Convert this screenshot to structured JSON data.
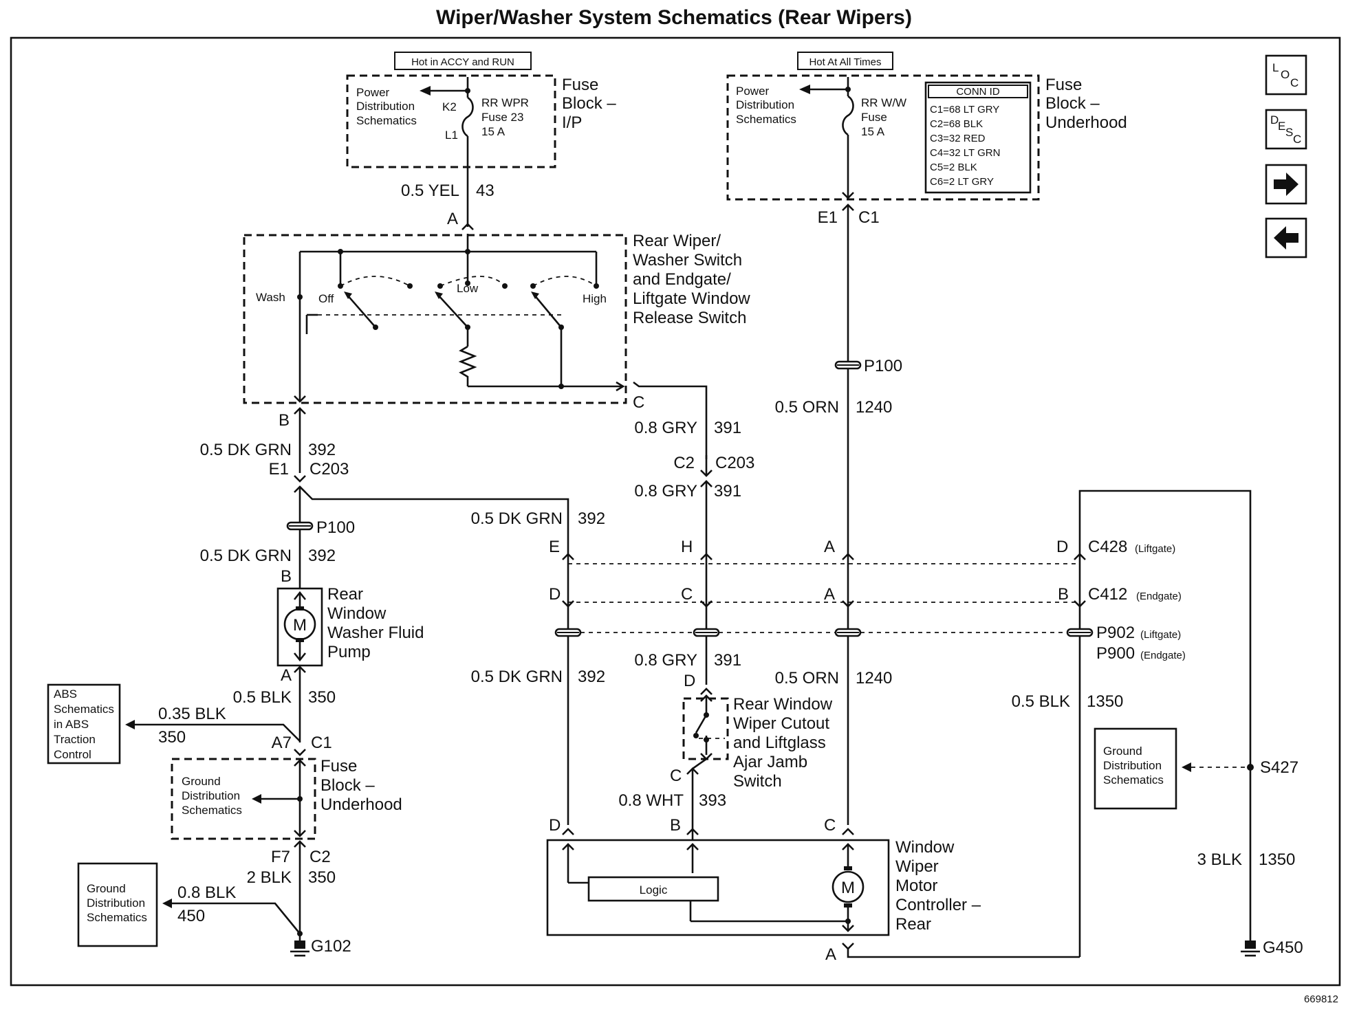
{
  "title": "Wiper/Washer System Schematics (Rear Wipers)",
  "nav": {
    "loc": [
      "L",
      "O",
      "C"
    ],
    "desc": [
      "D",
      "E",
      "S",
      "C"
    ],
    "next_icon": "arrow-right-icon",
    "prev_icon": "arrow-left-icon"
  },
  "fuse_ip": {
    "hot_label": "Hot in ACCY and RUN",
    "pds": [
      "Power",
      "Distribution",
      "Schematics"
    ],
    "k2": "K2",
    "l1": "L1",
    "fuse": [
      "RR WPR",
      "Fuse 23",
      "15 A"
    ],
    "name": [
      "Fuse",
      "Block –",
      "I/P"
    ]
  },
  "fuse_uh": {
    "hot_label": "Hot At All Times",
    "pds": [
      "Power",
      "Distribution",
      "Schematics"
    ],
    "fuse": [
      "RR W/W",
      "Fuse",
      "15 A"
    ],
    "conn_title": "CONN ID",
    "conn": [
      "C1=68 LT GRY",
      "C2=68 BLK",
      "C3=32 RED",
      "C4=32 LT GRN",
      "C5=2 BLK",
      "C6=2 LT GRY"
    ],
    "name": [
      "Fuse",
      "Block –",
      "Underhood"
    ]
  },
  "switch": {
    "name": [
      "Rear Wiper/",
      "Washer Switch",
      "and Endgate/",
      "Liftgate Window",
      "Release Switch"
    ],
    "wash": "Wash",
    "off": "Off",
    "low": "Low",
    "high": "High"
  },
  "wires": {
    "yel_gauge": "0.5 YEL",
    "yel_circ": "43",
    "pin_a_top": "A",
    "pin_b": "B",
    "pin_c": "C",
    "dkgrn1_gauge": "0.5 DK GRN",
    "dkgrn1_circ": "392",
    "e1_c203": "E1",
    "c203": "C203",
    "p100_left": "P100",
    "dkgrn2_gauge": "0.5 DK GRN",
    "dkgrn2_circ": "392",
    "pump_b": "B",
    "pump_a": "A",
    "blk350_gauge": "0.5 BLK",
    "blk350_circ": "350",
    "blk035_gauge": "0.35 BLK",
    "blk035_circ": "350",
    "a7": "A7",
    "c1_left": "C1",
    "f7": "F7",
    "c2_left": "C2",
    "blk2_gauge": "2 BLK",
    "blk2_circ": "350",
    "blk08_gauge": "0.8 BLK",
    "blk08_circ": "450",
    "g102": "G102",
    "gry1_gauge": "0.8 GRY",
    "gry1_circ": "391",
    "c2_mid": "C2",
    "c203_mid": "C203",
    "gry2_gauge": "0.8 GRY",
    "gry2_circ": "391",
    "dkgrn3_gauge": "0.5 DK GRN",
    "dkgrn3_circ": "392",
    "dkgrn4_gauge": "0.5 DK GRN",
    "dkgrn4_circ": "392",
    "gry3_gauge": "0.8 GRY",
    "gry3_circ": "391",
    "jamb_d": "D",
    "jamb_c": "C",
    "wht_gauge": "0.8 WHT",
    "wht_circ": "393",
    "e1_uh": "E1",
    "c1_uh": "C1",
    "p100_right": "P100",
    "orn1_gauge": "0.5 ORN",
    "orn1_circ": "1240",
    "orn2_gauge": "0.5 ORN",
    "orn2_circ": "1240",
    "blk1350_gauge": "0.5 BLK",
    "blk1350_circ": "1350",
    "blk3_gauge": "3 BLK",
    "blk3_circ": "1350",
    "s427": "S427",
    "g450": "G450",
    "motor_d": "D",
    "motor_b": "B",
    "motor_c": "C",
    "motor_a": "A"
  },
  "connectors": {
    "c428": "C428",
    "c428_note": "(Liftgate)",
    "c412": "C412",
    "c412_note": "(Endgate)",
    "p902": "P902",
    "p902_note": "(Liftgate)",
    "p900": "P900",
    "p900_note": "(Endgate)",
    "row1_pins": [
      "E",
      "H",
      "A",
      "D"
    ],
    "row2_pins": [
      "D",
      "C",
      "A",
      "B"
    ]
  },
  "components": {
    "pump": [
      "Rear",
      "Window",
      "Washer Fluid",
      "Pump"
    ],
    "motor_symbol": "M",
    "abs": [
      "ABS",
      "Schematics",
      "in ABS",
      "Traction",
      "Control"
    ],
    "gds_uh": [
      "Ground",
      "Distribution",
      "Schematics"
    ],
    "gds_g102": [
      "Ground",
      "Distribution",
      "Schematics"
    ],
    "gds_s427": [
      "Ground",
      "Distribution",
      "Schematics"
    ],
    "jamb": [
      "Rear Window",
      "Wiper Cutout",
      "and Liftglass",
      "Ajar Jamb",
      "Switch"
    ],
    "controller": [
      "Window",
      "Wiper",
      "Motor",
      "Controller –",
      "Rear"
    ],
    "logic": "Logic"
  },
  "figure_id": "669812"
}
